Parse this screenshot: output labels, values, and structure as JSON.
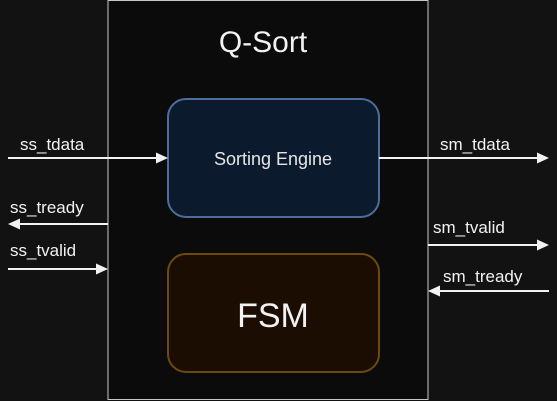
{
  "diagram": {
    "title": "Q-Sort",
    "blocks": {
      "sorting_engine": "Sorting Engine",
      "fsm": "FSM"
    },
    "signals": {
      "ss_tdata": "ss_tdata",
      "ss_tready": "ss_tready",
      "ss_tvalid": "ss_tvalid",
      "sm_tdata": "sm_tdata",
      "sm_tvalid": "sm_tvalid",
      "sm_tready": "sm_tready"
    },
    "colors": {
      "background": "#121212",
      "module_fill": "#0b0b0b",
      "module_border": "#c8c8c8",
      "engine_fill": "#0c1a2e",
      "engine_border": "#4d6d9a",
      "fsm_fill": "#1b0d02",
      "fsm_border": "#6b4a10",
      "wire": "#f2f2f2"
    }
  }
}
